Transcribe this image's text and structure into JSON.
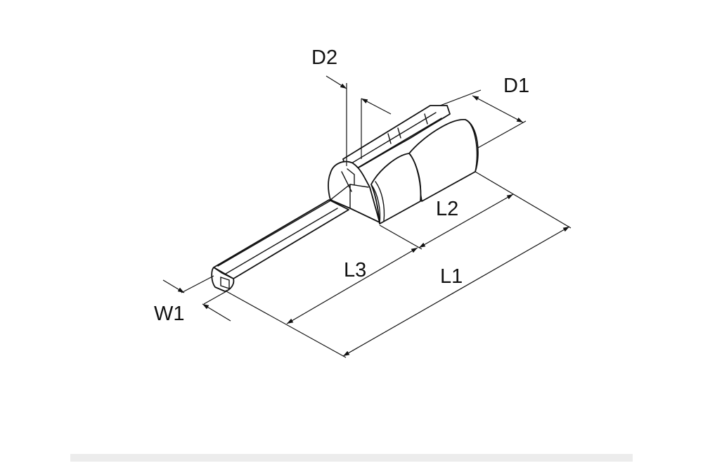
{
  "diagram": {
    "labels": {
      "d1": "D1",
      "d2": "D2",
      "l1": "L1",
      "l2": "L2",
      "l3": "L3",
      "w1": "W1"
    },
    "colors": {
      "line": "#111111",
      "background": "#ffffff",
      "footer": "#ececec"
    }
  }
}
